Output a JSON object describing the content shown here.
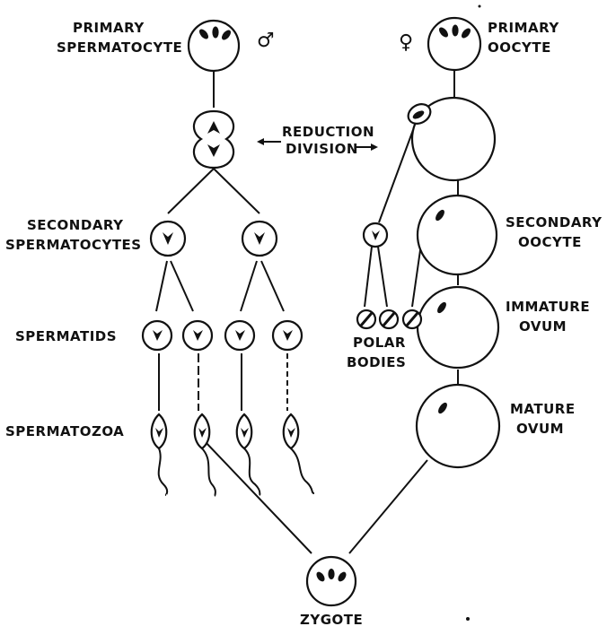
{
  "male": {
    "symbol": "♂",
    "primary_label": [
      "PRIMARY",
      "SPERMATOCYTE"
    ],
    "secondary_label": [
      "SECONDARY",
      "SPERMATOCYTES"
    ],
    "spermatids_label": "SPERMATIDS",
    "spermatozoa_label": "SPERMATOZOA"
  },
  "female": {
    "symbol": "♀",
    "primary_label": [
      "PRIMARY",
      "OOCYTE"
    ],
    "secondary_label": [
      "SECONDARY",
      "OOCYTE"
    ],
    "immature_label": [
      "IMMATURE",
      "OVUM"
    ],
    "mature_label": [
      "MATURE",
      "OVUM"
    ],
    "polar_label": [
      "POLAR",
      "BODIES"
    ]
  },
  "reduction_label": [
    "REDUCTION",
    "DIVISION"
  ],
  "zygote_label": "ZYGOTE"
}
